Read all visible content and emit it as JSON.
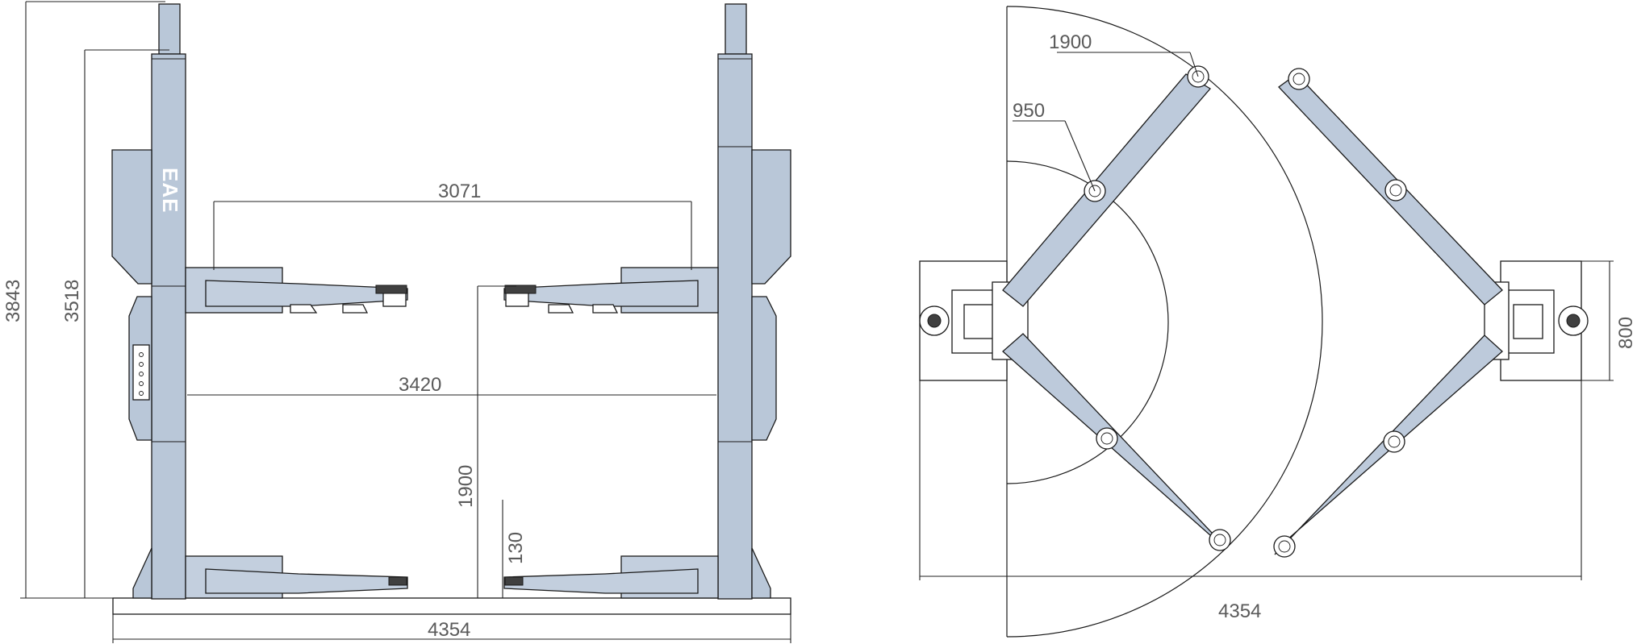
{
  "side_view": {
    "logo_text": "EAE",
    "dims": {
      "overall_height": "3843",
      "post_height": "3518",
      "arm_span_top": "3071",
      "inner_width": "3420",
      "lift_height": "1900",
      "pad_height": "130",
      "overall_width": "4354"
    }
  },
  "top_view": {
    "dims": {
      "arm_reach_max": "1900",
      "arm_reach_min": "950",
      "base_depth": "800",
      "overall_width": "4354"
    }
  },
  "colors": {
    "post_fill": "#b9c7d8",
    "outline": "#1a1a1a",
    "dimension_text": "#5a5a5a"
  }
}
